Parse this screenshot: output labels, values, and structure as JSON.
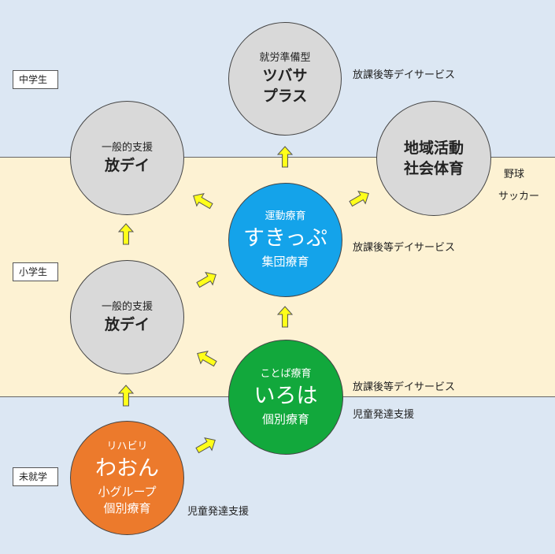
{
  "stages": {
    "junior_high": "中学生",
    "elementary": "小学生",
    "preschool": "未就学"
  },
  "nodes": {
    "shurou": {
      "sub": "就労準備型",
      "line1": "ツバサ",
      "line2": "プラス",
      "color": "#d9d9d9"
    },
    "chiiki": {
      "line1": "地域活動",
      "line2": "社会体育",
      "color": "#d9d9d9"
    },
    "houday_top": {
      "sub": "一般的支援",
      "main": "放デイ",
      "color": "#d9d9d9"
    },
    "houday_mid": {
      "sub": "一般的支援",
      "main": "放デイ",
      "color": "#d9d9d9"
    },
    "skip": {
      "sub": "運動療育",
      "main": "すきっぷ",
      "bottom": "集団療育",
      "color": "#14a3ea"
    },
    "iroha": {
      "sub": "ことば療育",
      "main": "いろは",
      "bottom": "個別療育",
      "color": "#12a83c"
    },
    "waon": {
      "sub": "リハビリ",
      "main": "わおん",
      "bottom1": "小グループ",
      "bottom2": "個別療育",
      "color": "#ec7a2c"
    }
  },
  "notes": {
    "tsubasa_service": "放課後等デイサービス",
    "skip_service": "放課後等デイサービス",
    "iroha_service": "放課後等デイサービス",
    "iroha_support": "児童発達支援",
    "waon_support": "児童発達支援",
    "sport1": "野球",
    "sport2": "サッカー"
  },
  "colors": {
    "arrow_fill": "#ffff1a",
    "arrow_stroke": "#555555",
    "mid_band": "#fdf2d3",
    "outer_band": "#dce7f3"
  }
}
